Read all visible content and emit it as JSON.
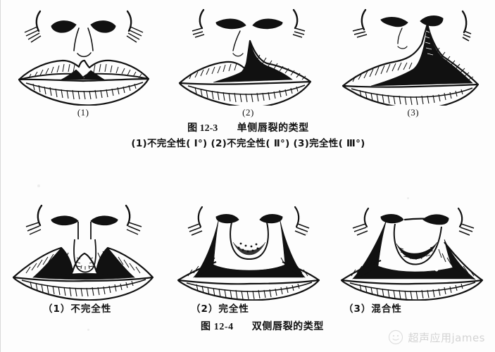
{
  "document": {
    "type": "scanned-textbook-page",
    "subject": "Cleft lip classification illustrations",
    "background_color": "#fdfdfd",
    "ink_color": "#111111"
  },
  "figure_unilateral": {
    "figure_number": "图 12-3",
    "title": "单侧唇裂的类型",
    "caption_subline": "(1)不完全性( Ⅰ°)  (2)不完全性( Ⅱ°)  (3)完全性( Ⅲ°)",
    "panels": [
      {
        "index": "(1)",
        "name": "unilateral-incomplete-grade-1",
        "description": "不完全性( Ⅰ°)",
        "severity": "Ⅰ°",
        "cleft_depth_ratio": 0.18,
        "cleft_side": "left",
        "reaches_nostril": false
      },
      {
        "index": "(2)",
        "name": "unilateral-incomplete-grade-2",
        "description": "不完全性( Ⅱ°)",
        "severity": "Ⅱ°",
        "cleft_depth_ratio": 0.62,
        "cleft_side": "left",
        "reaches_nostril": false
      },
      {
        "index": "(3)",
        "name": "unilateral-complete-grade-3",
        "description": "完全性( Ⅲ°)",
        "severity": "Ⅲ°",
        "cleft_depth_ratio": 1.0,
        "cleft_side": "left",
        "reaches_nostril": true
      }
    ]
  },
  "figure_bilateral": {
    "figure_number": "图 12-4",
    "title": "双侧唇裂的类型",
    "panels": [
      {
        "index": "(1)",
        "label": "（1）不完全性",
        "name": "bilateral-incomplete",
        "description": "不完全性",
        "left_reaches_nostril": false,
        "right_reaches_nostril": false
      },
      {
        "index": "(2)",
        "label": "（2）完全性",
        "name": "bilateral-complete",
        "description": "完全性",
        "left_reaches_nostril": true,
        "right_reaches_nostril": true
      },
      {
        "index": "(3)",
        "label": "（3）混合性",
        "name": "bilateral-mixed",
        "description": "混合性",
        "left_reaches_nostril": true,
        "right_reaches_nostril": false
      }
    ]
  },
  "watermark": {
    "text": "超声应用james",
    "logo": "wechat-face-logo",
    "color": "#9a9a9a"
  }
}
